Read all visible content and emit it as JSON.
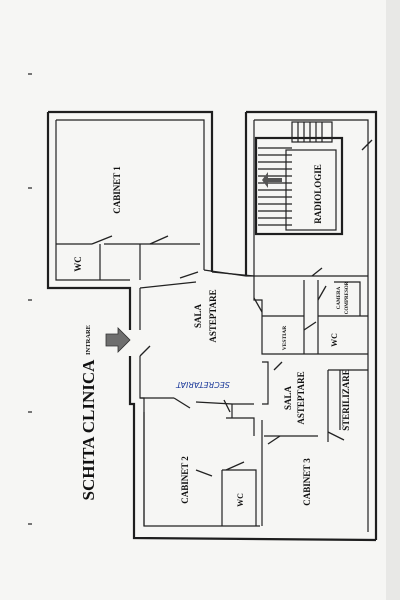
{
  "title": "SCHITA CLINICA",
  "entrance_label": "INTRARE",
  "handwritten_note": "SECRETARIAT",
  "rooms": {
    "cabinet1": "CABINET 1",
    "cabinet2": "CABINET 2",
    "cabinet3": "CABINET 3",
    "wc_top": "WC",
    "wc_bottom": "WC",
    "wc_right": "WC",
    "sala_asteptare_1_line1": "SALA",
    "sala_asteptare_1_line2": "ASTEPTARE",
    "sala_asteptare_2_line1": "SALA",
    "sala_asteptare_2_line2": "ASTEPTARE",
    "vestiar": "VESTIAR",
    "sterilizare": "STERILIZARE",
    "radiologie": "RADIOLOGIE",
    "camera_line1": "CAMERA",
    "camera_line2": "COMPRESOR"
  },
  "icons": {
    "entrance": "arrow-right-icon",
    "stairs_arrow": "arrow-left-icon"
  }
}
